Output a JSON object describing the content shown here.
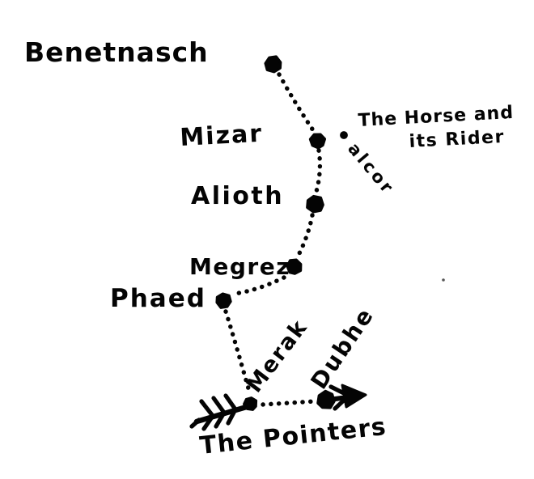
{
  "colors": {
    "ink": "#040404",
    "paper": "#ffffff"
  },
  "labels": {
    "benetnasch": "Benetnasch",
    "mizar": "Mizar",
    "alioth": "Alioth",
    "megrez": "Megrez",
    "phaed": "Phaed",
    "merak": "Merak",
    "dubhe": "Dubhe",
    "alcor": "alcor",
    "horse_rider_line1": "The Horse and",
    "horse_rider_line2": "its Rider",
    "pointers": "The Pointers"
  }
}
